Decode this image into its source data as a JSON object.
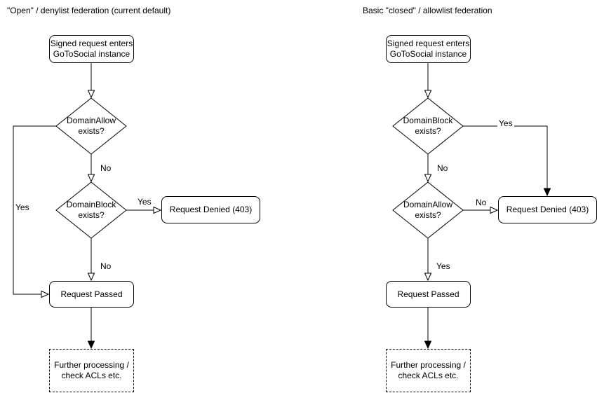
{
  "diagram": {
    "colors": {
      "stroke": "#000000",
      "node_fill": "#ffffff",
      "text": "#000000",
      "background": "#ffffff"
    },
    "left": {
      "title": "\"Open\" / denylist federation (current default)",
      "start": "Signed request enters\nGoToSocial instance",
      "decision1": "DomainAllow\nexists?",
      "decision2": "DomainBlock\nexists?",
      "denied": "Request Denied (403)",
      "passed": "Request Passed",
      "further": "Further processing /\ncheck ACLs etc.",
      "labels": {
        "d1_no": "No",
        "d1_yes": "Yes",
        "d2_yes": "Yes",
        "d2_no": "No"
      }
    },
    "right": {
      "title": "Basic \"closed\" / allowlist federation",
      "start": "Signed request enters\nGoToSocial instance",
      "decision1": "DomainBlock\nexists?",
      "decision2": "DomainAllow\nexists?",
      "denied": "Request Denied (403)",
      "passed": "Request Passed",
      "further": "Further processing /\ncheck ACLs etc.",
      "labels": {
        "d1_yes": "Yes",
        "d1_no": "No",
        "d2_no": "No",
        "d2_yes": "Yes"
      }
    }
  }
}
